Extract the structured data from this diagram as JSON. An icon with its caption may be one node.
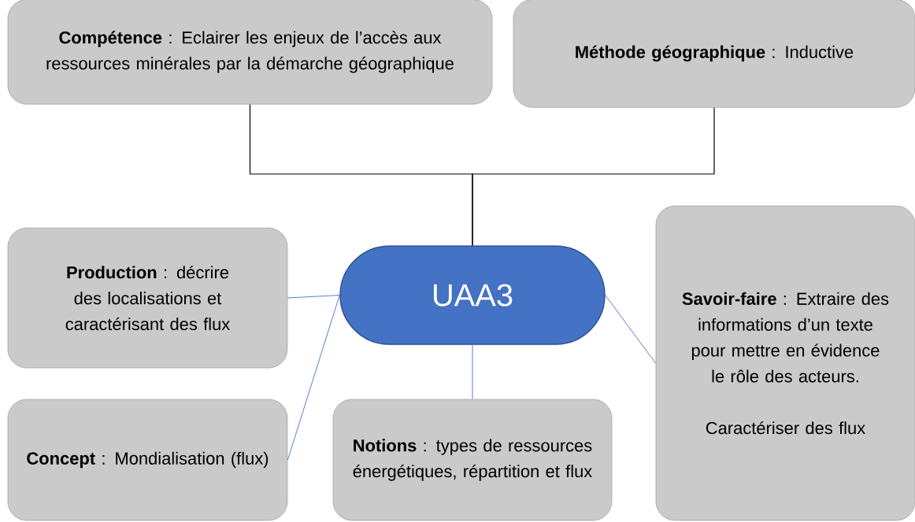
{
  "diagram": {
    "nodes": [
      {
        "text": [
          "**Compétence** : Eclairer les enjeux de l’accès aux ressources minérales par la démarche géographique"
        ]
      },
      {
        "text": [
          "**Méthode géographique** : Inductive"
        ]
      },
      {
        "text": [
          "UAA3"
        ]
      },
      {
        "text": [
          "**Production** : décrire des localisations et caractérisant des flux"
        ]
      },
      {
        "text": [
          "**Savoir-faire** : Extraire des informations d’un texte pour mettre en évidence le rôle des acteurs.",
          "Caractériser des flux"
        ]
      },
      {
        "text": [
          "**Concept** : Mondialisation (flux)"
        ]
      },
      {
        "text": [
          "**Notions** : types de ressources énergétiques, répartition et flux"
        ]
      }
    ],
    "edges": [
      {
        "from": 0,
        "to": 2,
        "arrow": "none",
        "color": "#000000"
      },
      {
        "from": 1,
        "to": 2,
        "arrow": "none",
        "color": "#000000"
      },
      {
        "from": 3,
        "to": 2,
        "arrow": "none"
      },
      {
        "from": 5,
        "to": 2,
        "arrow": "none"
      },
      {
        "from": 6,
        "to": 2,
        "arrow": "none"
      },
      {
        "from": 2,
        "to": 4,
        "arrow": "none"
      }
    ]
  }
}
